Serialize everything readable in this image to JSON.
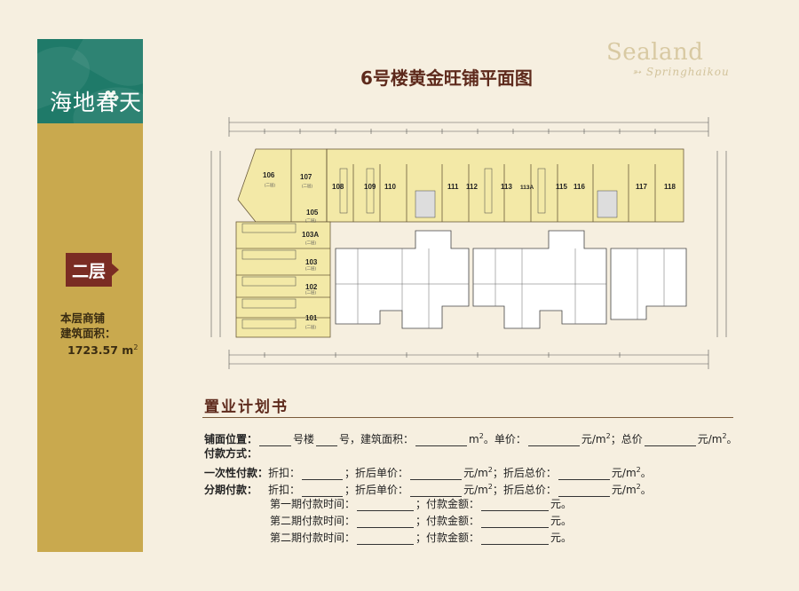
{
  "brand": {
    "logo_text": "海地春天",
    "name": "Sealand",
    "subtitle": "Springhaikou"
  },
  "page_title": "6号楼黄金旺铺平面图",
  "floor": {
    "badge": "二层",
    "area_label_line1": "本层商铺",
    "area_label_line2": "建筑面积：",
    "area_value": "1723.57 m",
    "area_unit_sup": "2"
  },
  "plan": {
    "units_top": [
      "106",
      "107",
      "108",
      "109",
      "110",
      "111",
      "112",
      "113",
      "113A",
      "115",
      "116",
      "117",
      "118"
    ],
    "units_left": [
      "105",
      "103A",
      "103",
      "102",
      "101"
    ],
    "unit_note": "(二层)"
  },
  "form": {
    "heading": "置业计划书",
    "row1": {
      "label": "铺面位置：",
      "building_suffix": "号楼",
      "unit_suffix": "号，建筑面积：",
      "area_unit": "m",
      "price_label": "。单价：",
      "price_unit": "元/m",
      "total_label": "；总价",
      "total_unit": "元/m",
      "end": "。"
    },
    "row2": {
      "label": "付款方式："
    },
    "row3": {
      "label": "一次性付款：",
      "discount": "折扣：",
      "sep1": "；",
      "after_price": "折后单价：",
      "unit1": "元/m",
      "sep2": "；",
      "after_total": "折后总价：",
      "unit2": "元/m",
      "end": "。"
    },
    "row4": {
      "label": "分期付款：",
      "discount": "折扣：",
      "sep1": "；",
      "after_price": "折后单价：",
      "unit1": "元/m",
      "sep2": "；",
      "after_total": "折后总价：",
      "unit2": "元/m",
      "end": "。"
    },
    "installments": [
      {
        "time_label": "第一期付款时间：",
        "amount_label": "；付款金额：",
        "end": "元。"
      },
      {
        "time_label": "第二期付款时间：",
        "amount_label": "；付款金额：",
        "end": "元。"
      },
      {
        "time_label": "第二期付款时间：",
        "amount_label": "；付款金额：",
        "end": "元。"
      }
    ]
  }
}
